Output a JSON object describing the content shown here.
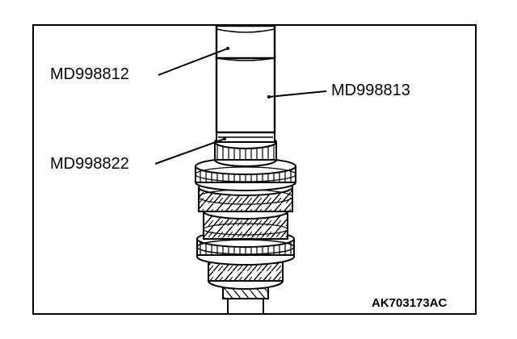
{
  "labels": {
    "upper_tool": "MD998812",
    "sleeve_tool": "MD998813",
    "adapter_tool": "MD998822"
  },
  "figure_ref": "AK703173AC"
}
